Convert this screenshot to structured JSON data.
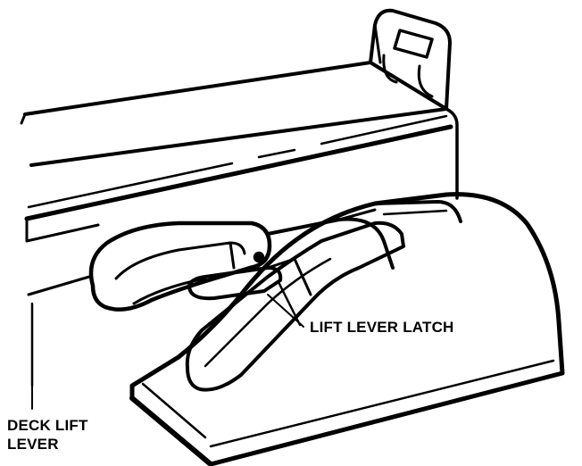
{
  "labels": {
    "lift_lever_latch": "LIFT LEVER LATCH",
    "deck_lift_lever_line1": "DECK LIFT",
    "deck_lift_lever_line2": "LEVER"
  }
}
